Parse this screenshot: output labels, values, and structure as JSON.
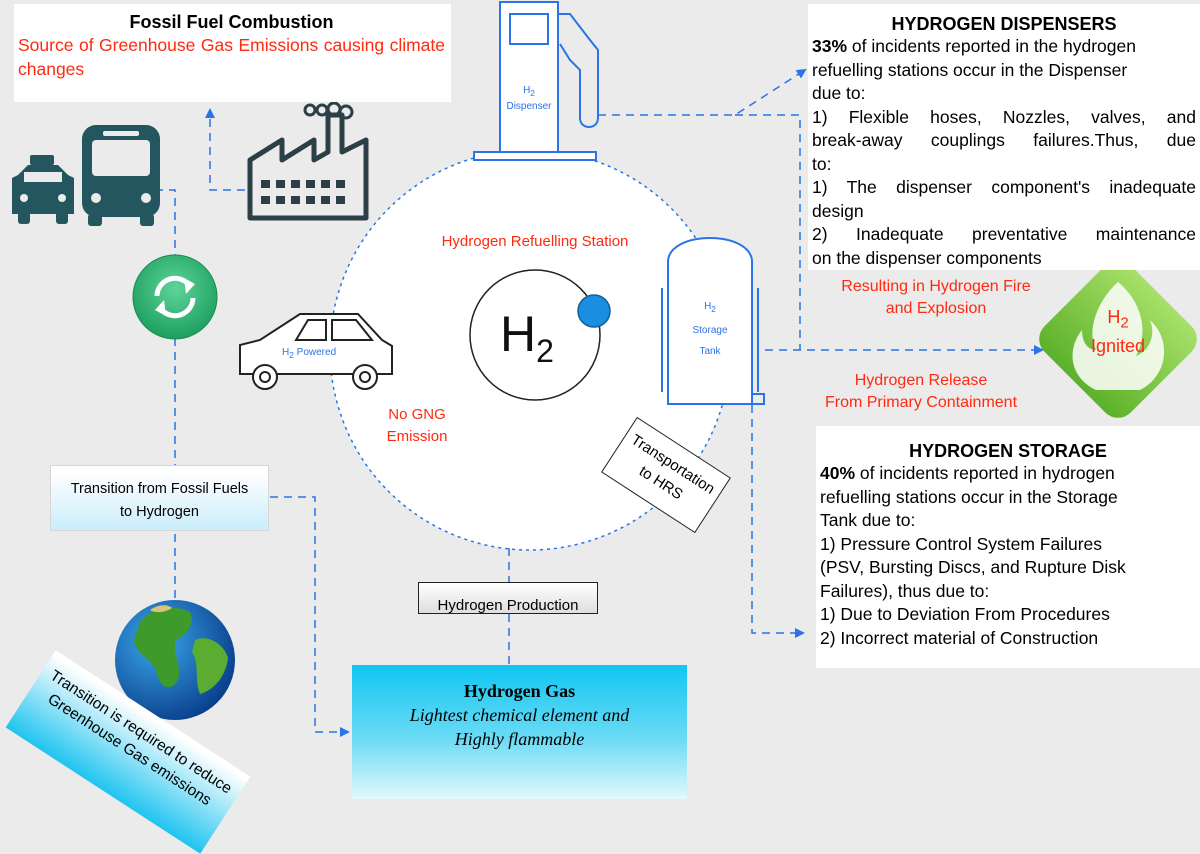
{
  "fossil_fuel": {
    "title": "Fossil Fuel Combustion",
    "subtitle": "Source of Greenhouse Gas Emissions causing climate changes"
  },
  "dispensers": {
    "title": "HYDROGEN DISPENSERS",
    "percent": "33%",
    "line1": "of incidents reported in the hydrogen",
    "line2": "refuelling stations occur in the Dispenser",
    "line3": "due to:",
    "line4": "1) Flexible hoses, Nozzles, valves, and",
    "line5": "break-away couplings failures.Thus, due",
    "line6": "to:",
    "line7": "1) The dispenser component's inadequate",
    "line8": "design",
    "line9": "2) Inadequate preventative maintenance",
    "line10": "on the dispenser components"
  },
  "storage": {
    "title": "HYDROGEN STORAGE",
    "percent": "40%",
    "line1": "of incidents reported in hydrogen",
    "line2": "refuelling stations occur in the Storage",
    "line3": "Tank due to:",
    "line4": "1) Pressure Control System Failures",
    "line5": "(PSV, Bursting Discs, and Rupture Disk",
    "line6": "Failures), thus due to:",
    "line7": "1) Due to Deviation From Procedures",
    "line8": "2) Incorrect material of Construction"
  },
  "result": {
    "line1": "Resulting in Hydrogen Fire",
    "line2": "and Explosion"
  },
  "release": {
    "line1": "Hydrogen Release",
    "line2": "From Primary Containment"
  },
  "station_label": "Hydrogen Refuelling Station",
  "no_emission": {
    "line1": "No GNG",
    "line2": "Emission"
  },
  "h2_symbol": {
    "base": "H",
    "sub": "2"
  },
  "dispenser": {
    "h2": "H",
    "sub": "2",
    "label": "Dispenser"
  },
  "tank": {
    "h2": "H",
    "sub": "2",
    "line1": "Storage",
    "line2": "Tank"
  },
  "car": {
    "h2": "H",
    "sub": "2",
    "label": "Powered"
  },
  "ignited": {
    "h2": "H",
    "sub": "2",
    "label": "Ignited"
  },
  "transition": {
    "line1": "Transition from Fossil Fuels",
    "line2": "to Hydrogen"
  },
  "transport": {
    "line1": "Transportation",
    "line2": "to HRS"
  },
  "production_label": "Hydrogen Production",
  "hydrogen_gas": {
    "title": "Hydrogen Gas",
    "line1": "Lightest chemical element and",
    "line2": "Highly flammable"
  },
  "reduce_note": {
    "line1": "Transition is required to reduce",
    "line2": "Greenhouse Gas emissions"
  },
  "colors": {
    "accent_blue": "#2a73e8",
    "red_text": "#ff2a10",
    "green_flame": "#7cc43a",
    "icon_teal": "#23565f"
  }
}
